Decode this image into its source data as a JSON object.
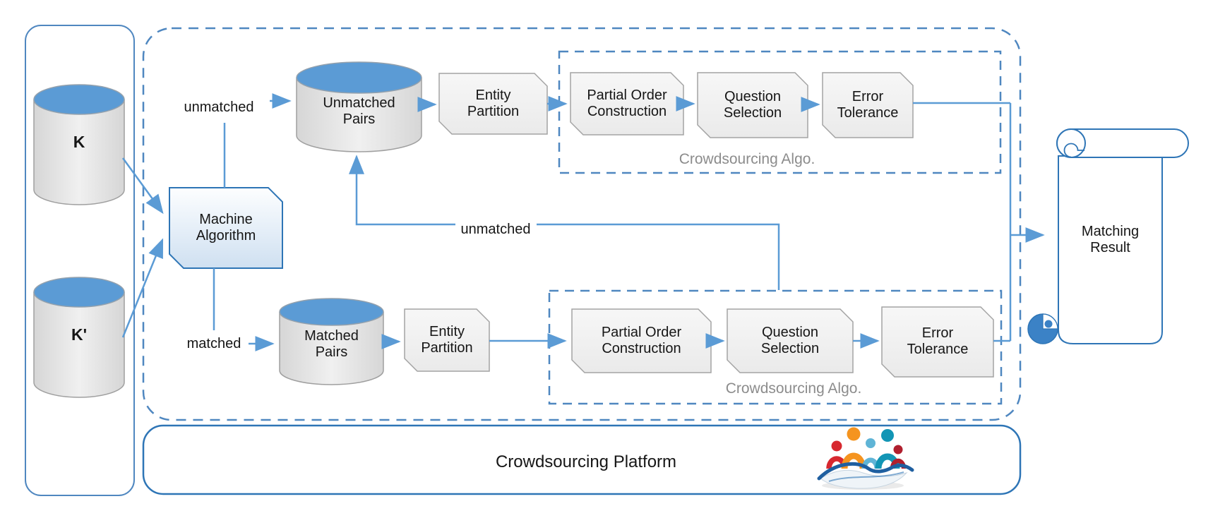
{
  "colors": {
    "accent_blue": "#5b9bd5",
    "outline_blue": "#2e75b6",
    "dashed_border_blue": "#4f87c0",
    "node_fill": "#f1f1f1",
    "node_border": "#a3a3a3",
    "cylinder_top_blue": "#5b9bd5",
    "cylinder_body_gray": "#e3e3e3",
    "group_label_gray": "#8c8c8c"
  },
  "sources": {
    "db_top": "K",
    "db_bottom": "K'"
  },
  "machine": {
    "label": "Machine Algorithm"
  },
  "edges": {
    "top_branch": "unmatched",
    "bottom_branch": "matched",
    "feedback": "unmatched"
  },
  "upper_pipeline": {
    "store": "Unmatched Pairs",
    "steps": [
      "Entity Partition",
      "Partial Order Construction",
      "Question Selection",
      "Error Tolerance"
    ],
    "group_label": "Crowdsourcing Algo."
  },
  "lower_pipeline": {
    "store": "Matched Pairs",
    "steps": [
      "Entity Partition",
      "Partial Order Construction",
      "Question Selection",
      "Error Tolerance"
    ],
    "group_label": "Crowdsourcing Algo."
  },
  "output": {
    "label": "Matching Result"
  },
  "platform": {
    "label": "Crowdsourcing Platform"
  },
  "icons": {
    "stores": "database-cylinder-icon",
    "result": "scroll-icon",
    "logo": "crowd-people-wave-logo"
  }
}
